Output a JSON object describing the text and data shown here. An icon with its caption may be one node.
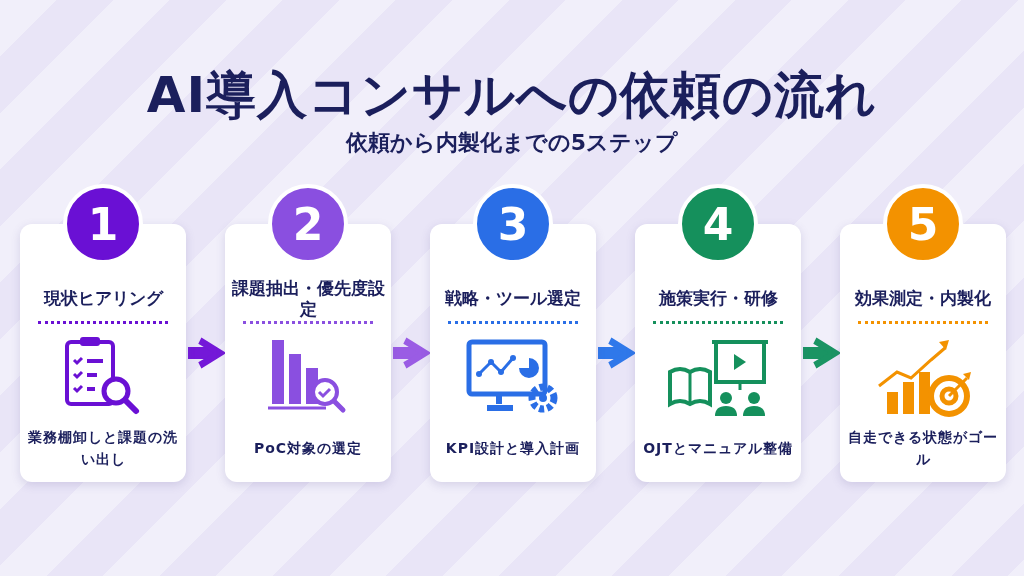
{
  "diagram": {
    "title": "AI導入コンサルへの依頼の流れ",
    "caption": "依頼から内製化までの5ステップ",
    "nodes": [
      {
        "text": [
          "1",
          "現状ヒアリング",
          "業務棚卸しと課題の洗い出し"
        ]
      },
      {
        "text": [
          "2",
          "課題抽出・優先度設定",
          "PoC対象の選定"
        ]
      },
      {
        "text": [
          "3",
          "戦略・ツール選定",
          "KPI設計と導入計画"
        ]
      },
      {
        "text": [
          "4",
          "施策実行・研修",
          "OJTとマニュアル整備"
        ]
      },
      {
        "text": [
          "5",
          "効果測定・内製化",
          "自走できる状態がゴール"
        ]
      }
    ],
    "edges": [
      {
        "from": 0,
        "to": 1,
        "arrow": "to",
        "color": "#7418d8"
      },
      {
        "from": 1,
        "to": 2,
        "arrow": "to",
        "color": "#9a5ce4"
      },
      {
        "from": 2,
        "to": 3,
        "arrow": "to",
        "color": "#2f78ea"
      },
      {
        "from": 3,
        "to": 4,
        "arrow": "to",
        "color": "#1a9463"
      }
    ]
  }
}
